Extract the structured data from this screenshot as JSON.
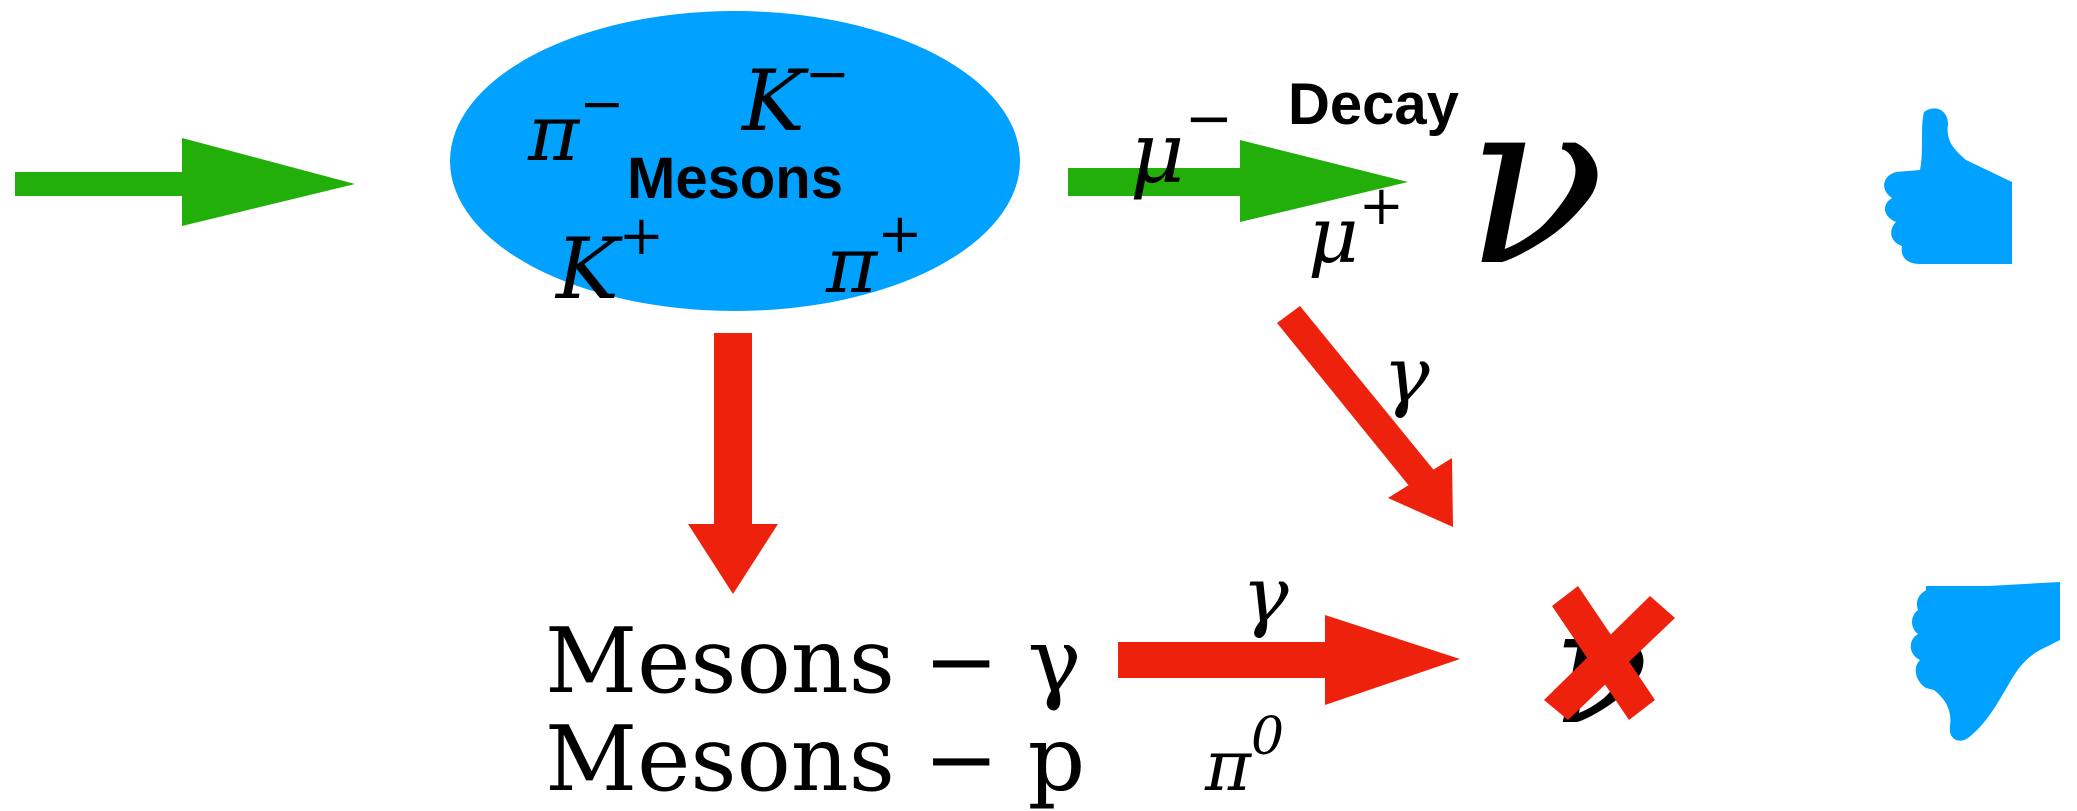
{
  "colors": {
    "green": "#22AF0A",
    "red": "#EE220C",
    "blue": "#00A1FF",
    "black": "#000000"
  },
  "mesons_ellipse": {
    "title": "Mesons",
    "particles": {
      "pi_minus": {
        "base": "π",
        "sup": "−"
      },
      "k_minus": {
        "base": "K",
        "sup": "−"
      },
      "k_plus": {
        "base": "K",
        "sup": "+"
      },
      "pi_plus": {
        "base": "π",
        "sup": "+"
      }
    }
  },
  "decay": {
    "label": "Decay",
    "mu_minus": {
      "base": "μ",
      "sup": "−"
    },
    "mu_plus": {
      "base": "μ",
      "sup": "+"
    }
  },
  "neutrino_symbol": "ν",
  "gamma_label_diag": "γ",
  "gamma_label_horiz": "γ",
  "pi_zero": {
    "base": "π",
    "sup": "0"
  },
  "absorption": {
    "line1": "Mesons − γ",
    "line2": "Mesons − p"
  },
  "icons": {
    "good": "thumbs-up-icon",
    "bad": "thumbs-down-icon",
    "blocked": "red-cross-icon"
  }
}
